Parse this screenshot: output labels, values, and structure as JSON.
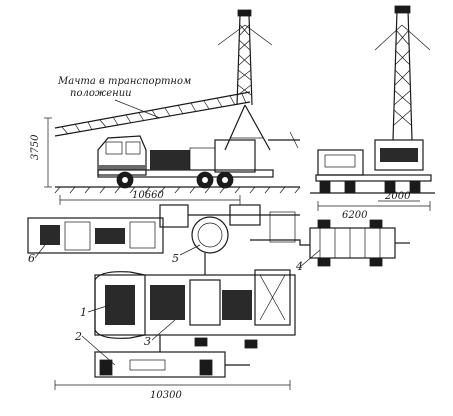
{
  "labels": {
    "transport_note_line1": "Мачта в транспортном",
    "transport_note_line2": "положении",
    "dim_height": "3750",
    "dim_length_side": "10660",
    "dim_width_rear": "6200",
    "dim_track": "2000",
    "dim_length_plan": "10300"
  },
  "callouts": [
    "1",
    "2",
    "3",
    "4",
    "5",
    "6"
  ]
}
